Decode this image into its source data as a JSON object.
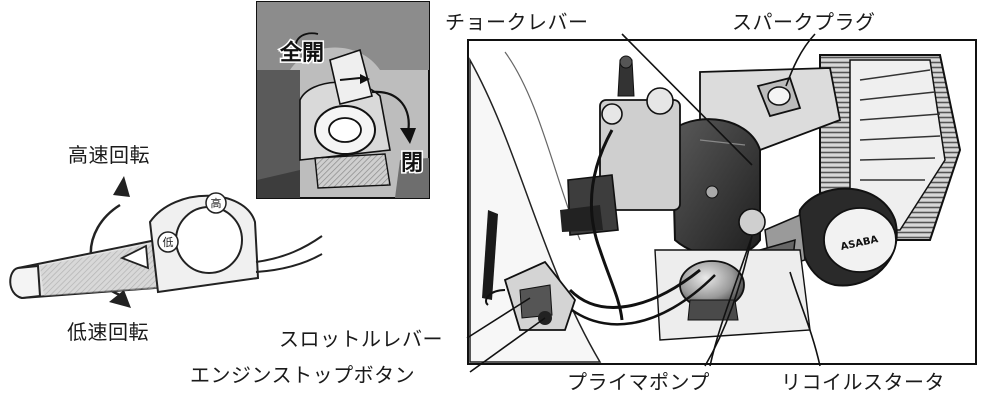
{
  "labels": {
    "high_speed": "高速回転",
    "low_speed": "低速回転",
    "choke_lever": "チョークレバー",
    "spark_plug": "スパークプラグ",
    "throttle_lever": "スロットルレバー",
    "engine_stop_button": "エンジンストップボタン",
    "primer_pump": "プライマポンプ",
    "recoil_starter": "リコイルスタータ",
    "inset_open": "全開",
    "inset_close": "閉",
    "grip_high_mark": "高",
    "grip_low_mark": "低",
    "engine_brand": "ASABA"
  }
}
